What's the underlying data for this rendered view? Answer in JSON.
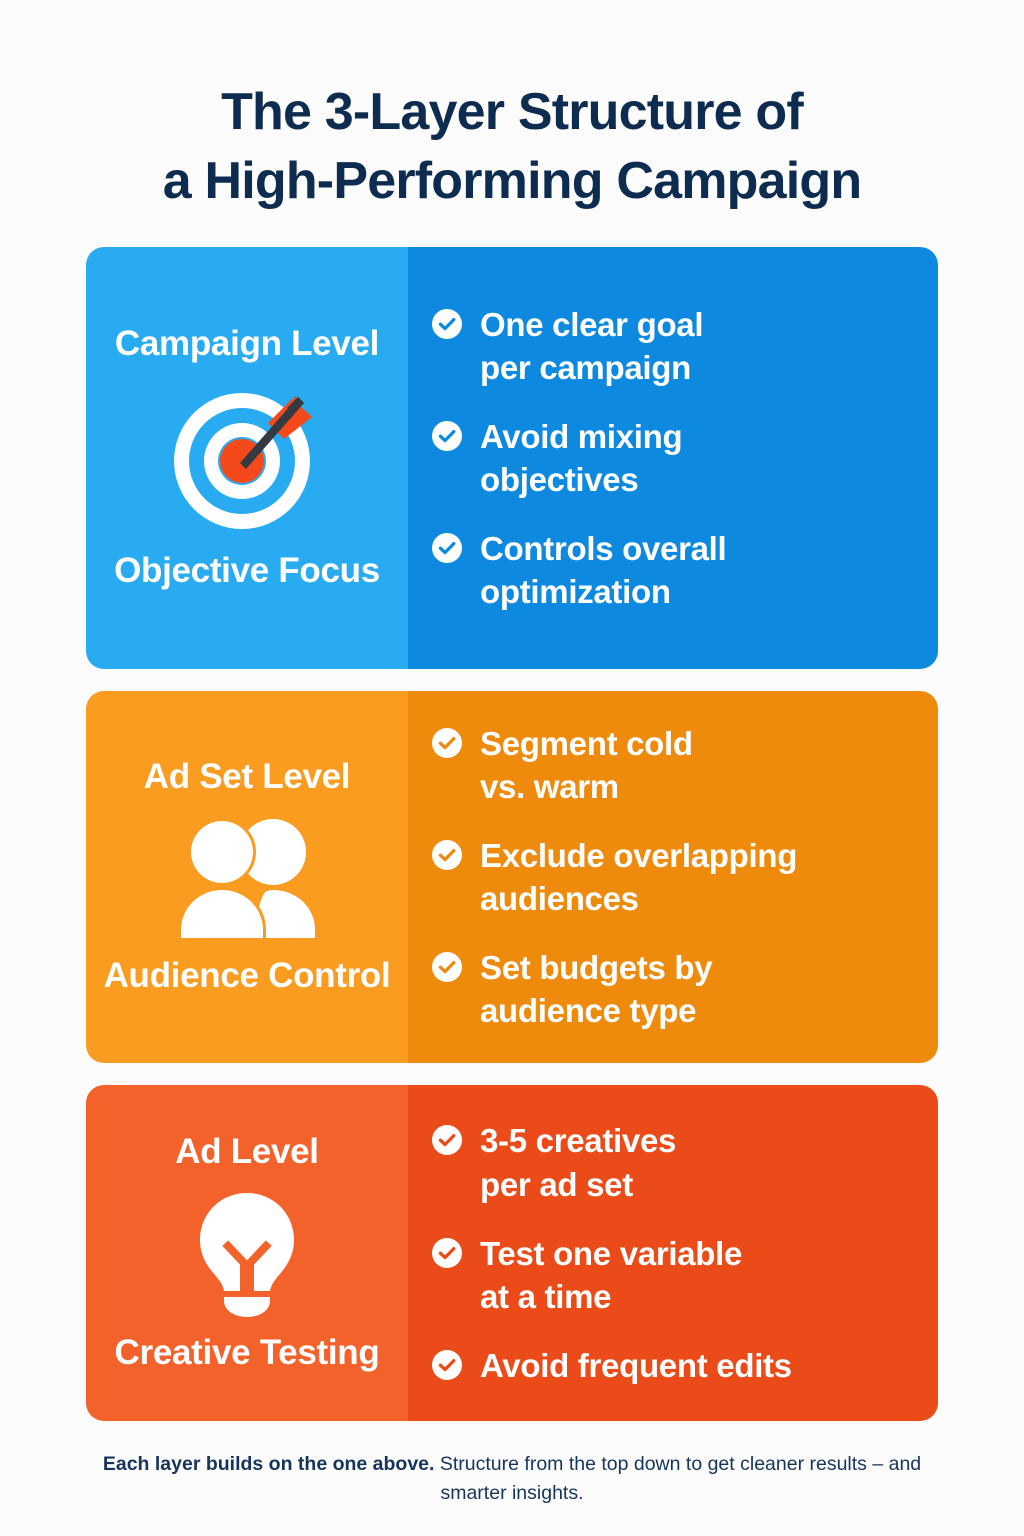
{
  "title": {
    "line1": "The 3-Layer Structure of",
    "line2": "a High-Performing Campaign",
    "color": "#0e2c4f"
  },
  "cards": [
    {
      "id": "campaign-level",
      "level_title": "Campaign\nLevel",
      "level_caption": "Objective\nFocus",
      "icon": "target-icon",
      "colors": {
        "left": "#29abf2",
        "right": "#0d8ae0",
        "accent": "#f4491b"
      },
      "bullets": [
        "One clear goal\nper campaign",
        "Avoid mixing\nobjectives",
        "Controls overall\noptimization"
      ]
    },
    {
      "id": "ad-set-level",
      "level_title": "Ad Set\nLevel",
      "level_caption": "Audience\nControl",
      "icon": "people-icon",
      "colors": {
        "left": "#f99c20",
        "right": "#ee8b0d",
        "accent": "#ffffff"
      },
      "bullets": [
        "Segment cold\nvs. warm",
        "Exclude overlapping\naudiences",
        "Set budgets by\naudience type"
      ]
    },
    {
      "id": "ad-level",
      "level_title": "Ad Level",
      "level_caption": "Creative\nTesting",
      "icon": "lightbulb-icon",
      "colors": {
        "left": "#f4622c",
        "right": "#ea4b18",
        "accent": "#ffffff"
      },
      "bullets": [
        "3-5 creatives\nper ad set",
        "Test one variable\nat a time",
        "Avoid frequent edits"
      ]
    }
  ],
  "footer": {
    "bold": "Each layer builds on the one above.",
    "rest": " Structure from the top down to get cleaner results – and smarter insights."
  }
}
